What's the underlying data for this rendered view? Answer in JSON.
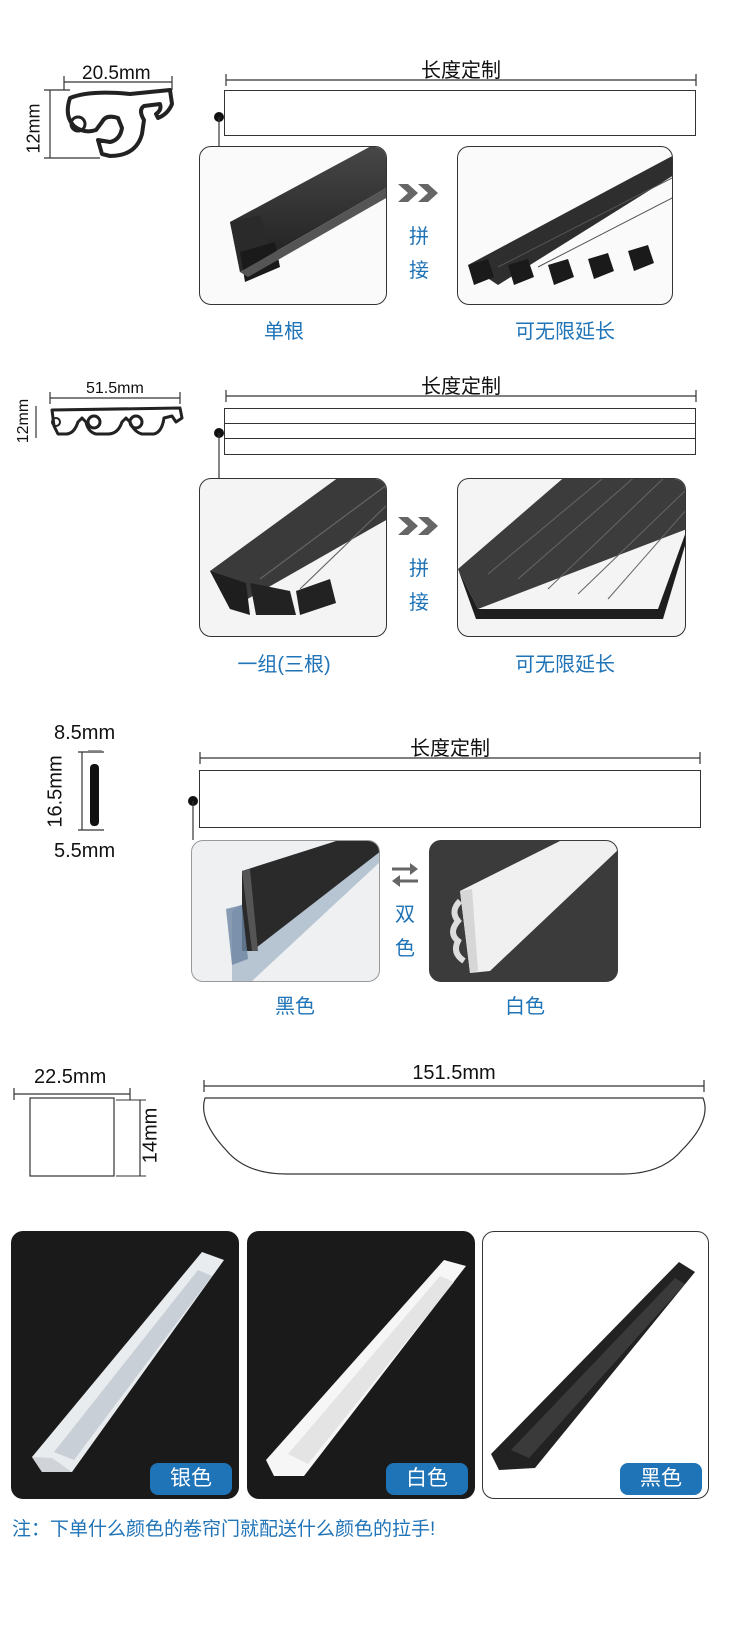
{
  "section1": {
    "width_dim": "20.5mm",
    "height_dim": "12mm",
    "length_title": "长度定制",
    "join_text": [
      "拼",
      "接"
    ],
    "caption_left": "单根",
    "caption_right": "可无限延长"
  },
  "section2": {
    "width_dim": "51.5mm",
    "height_dim": "12mm",
    "length_title": "长度定制",
    "join_text": [
      "拼",
      "接"
    ],
    "caption_left": "一组(三根)",
    "caption_right": "可无限延长"
  },
  "section3": {
    "top_dim": "8.5mm",
    "height_dim": "16.5mm",
    "bottom_dim": "5.5mm",
    "length_title": "长度定制",
    "swap_text": [
      "双",
      "色"
    ],
    "caption_left": "黑色",
    "caption_right": "白色"
  },
  "section4": {
    "width_dim": "22.5mm",
    "height_dim": "14mm",
    "length_dim": "151.5mm"
  },
  "handles": [
    {
      "label": "银色"
    },
    {
      "label": "白色"
    },
    {
      "label": "黑色"
    }
  ],
  "note": "注：下单什么颜色的卷帘门就配送什么颜色的拉手!",
  "colors": {
    "accent": "#1f73b7",
    "arrow_gray": "#666666"
  }
}
